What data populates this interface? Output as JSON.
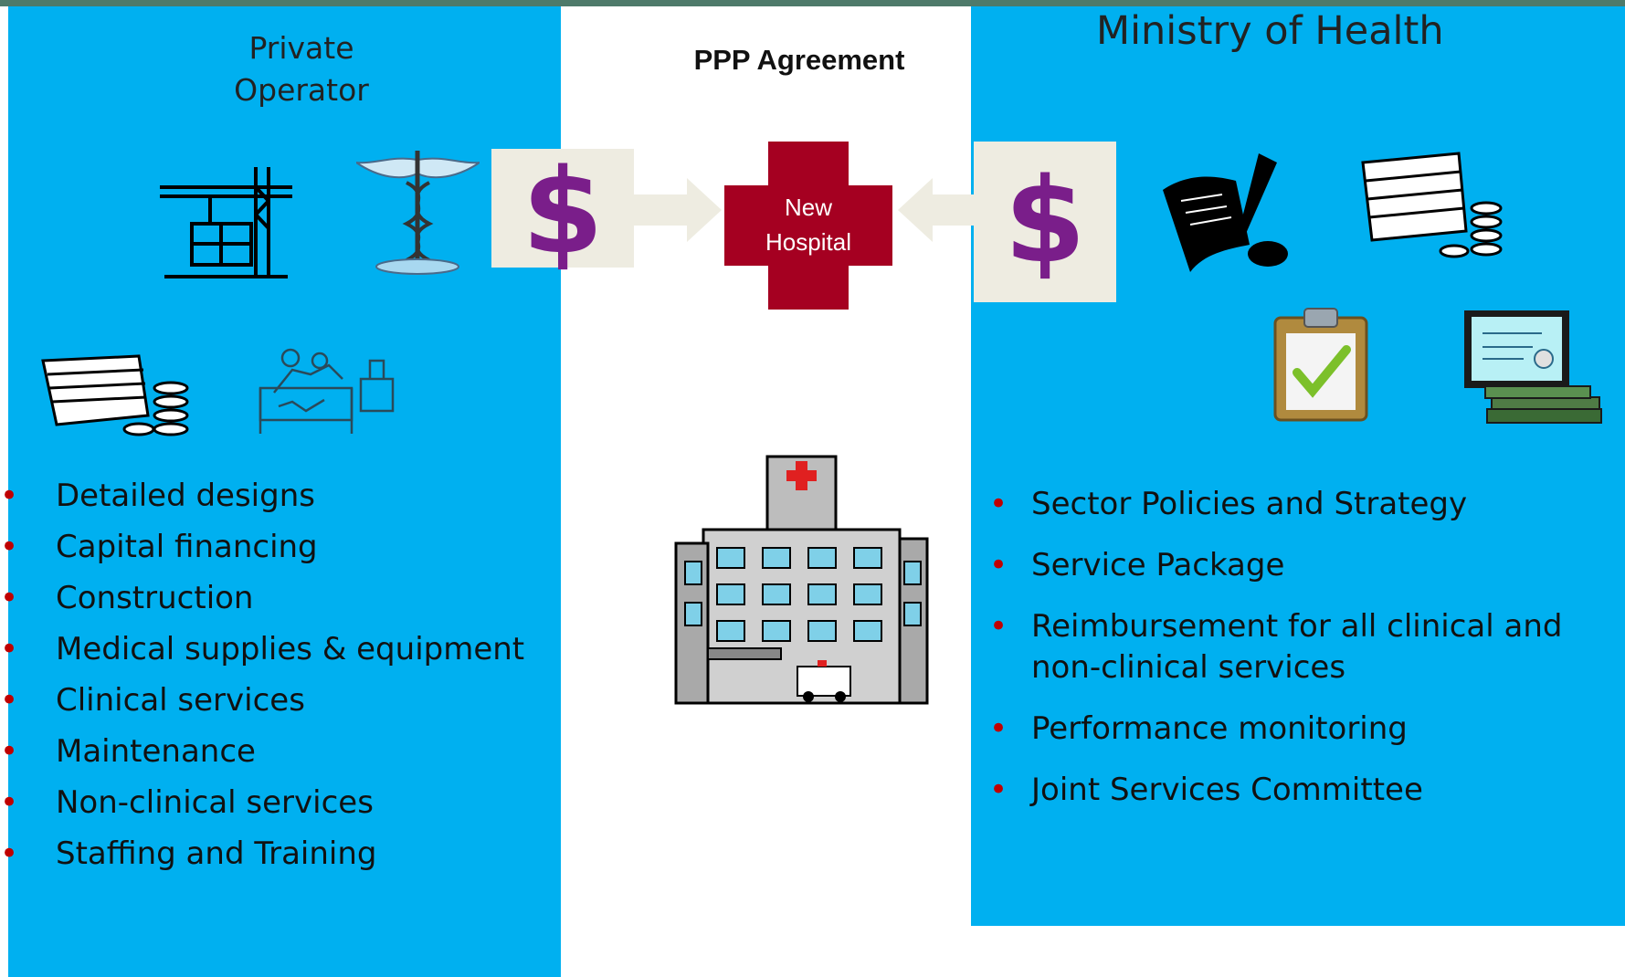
{
  "header": {
    "left_title": "Private Operator",
    "center_title": "PPP Agreement",
    "right_title": "Ministry of Health"
  },
  "center": {
    "cross_label": "New Hospital",
    "dollar_left": "$",
    "dollar_right": "$"
  },
  "left_list": [
    "Detailed designs",
    "Capital financing",
    "Construction",
    "Medical supplies & equipment",
    "Clinical services",
    "Maintenance",
    "Non-clinical services",
    "Staffing and Training"
  ],
  "right_list": [
    "Sector Policies and Strategy",
    "Service Package",
    "Reimbursement for all clinical and non-clinical services",
    "Performance monitoring",
    "Joint Services Committee"
  ],
  "colors": {
    "panel": "#00b0f0",
    "cross": "#a50021",
    "dollar": "#7a1e8a",
    "arrow": "#eeece1",
    "bullet": "#c00000"
  },
  "icons": [
    "crane-icon",
    "caduceus-icon",
    "money-stack-icon",
    "patient-bed-icon",
    "hospital-building-icon",
    "signed-document-icon",
    "checklist-clipboard-icon",
    "certificate-books-icon"
  ]
}
